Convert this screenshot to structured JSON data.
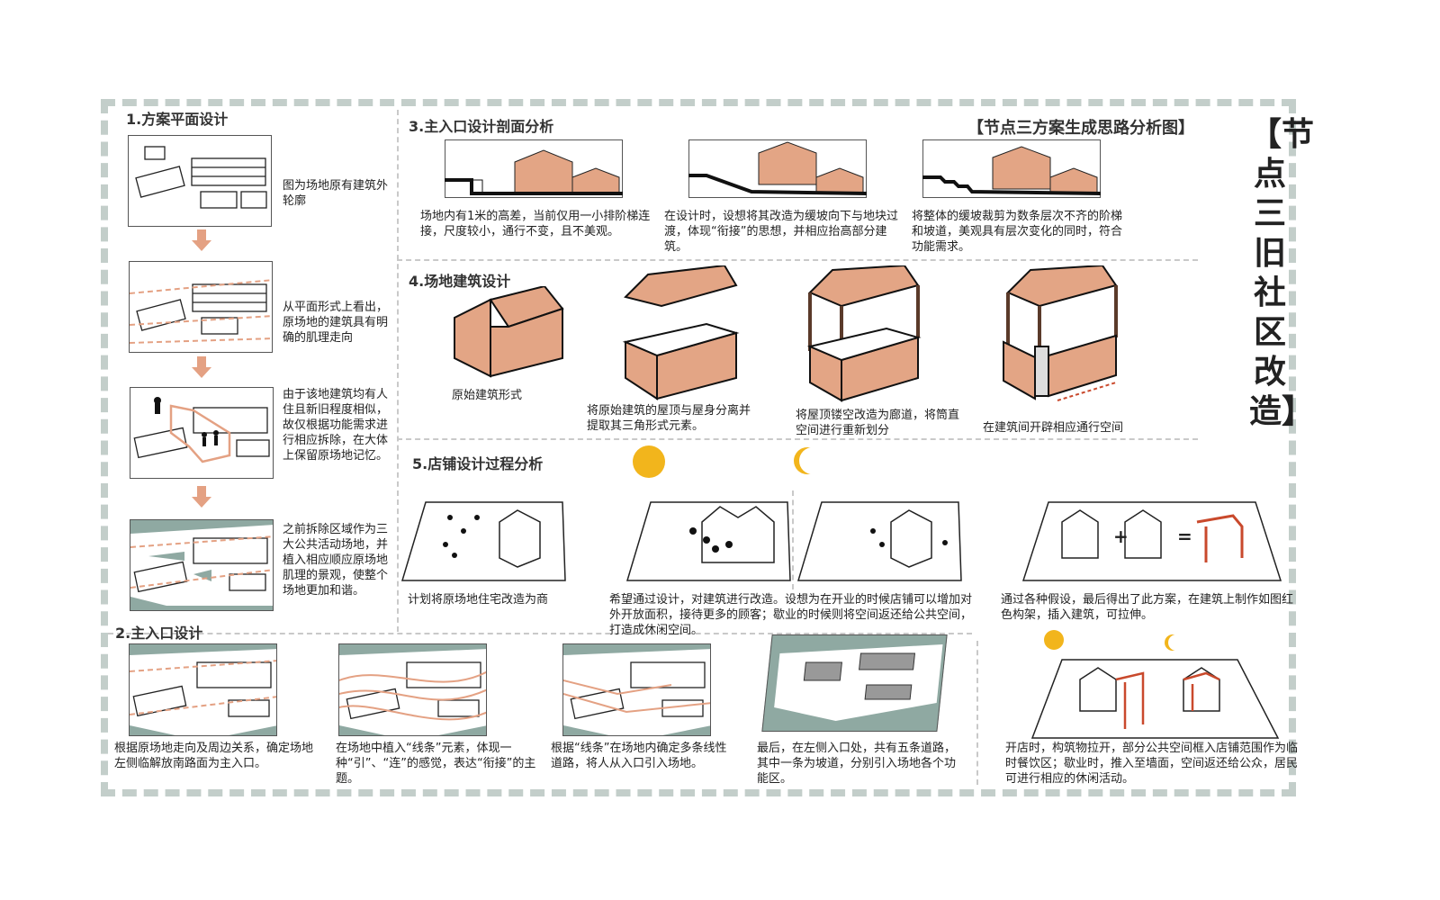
{
  "title": "【节点三方案生成思路分析图】",
  "vertical_title": "【节点三 旧社区改造】",
  "s1": {
    "heading": "1.方案平面设计",
    "items": [
      "图为场地原有建筑外轮廓",
      "从平面形式上看出，原场地的建筑具有明确的肌理走向",
      "由于该地建筑均有人住且新旧程度相似，故仅根据功能需求进行相应拆除，在大体上保留原场地记忆。",
      "之前拆除区域作为三大公共活动场地，并植入相应顺应原场地肌理的景观，使整个场地更加和谐。"
    ]
  },
  "s2": {
    "heading": "2.主入口设计",
    "items": [
      "根据原场地走向及周边关系，确定场地左侧临解放南路面为主入口。",
      "在场地中植入“线条”元素，体现一种“引”、“连”的感觉，表达“衔接”的主题。",
      "根据“线条”在场地内确定多条线性道路，将人从入口引入场地。",
      "最后，在左侧入口处，共有五条道路，其中一条为坡道，分别引入场地各个功能区。"
    ]
  },
  "s3": {
    "heading": "3.主入口设计剖面分析",
    "items": [
      "场地内有1米的高差，当前仅用一小排阶梯连接，尺度较小，通行不变，且不美观。",
      "在设计时，设想将其改造为缓坡向下与地块过渡，体现“衔接”的思想，并相应抬高部分建筑。",
      "将整体的缓坡裁剪为数条层次不齐的阶梯和坡道，美观具有层次变化的同时，符合功能需求。"
    ]
  },
  "s4": {
    "heading": "4.场地建筑设计",
    "items": [
      "原始建筑形式",
      "将原始建筑的屋顶与屋身分离并提取其三角形式元素。",
      "将屋顶镂空改造为廊道，将筒直空间进行重新划分",
      "在建筑间开辟相应通行空间"
    ]
  },
  "s5": {
    "heading": "5.店铺设计过程分析",
    "items": [
      "计划将原场地住宅改造为商",
      "希望通过设计，对建筑进行改造。设想为在开业的时候店铺可以增加对外开放面积，接待更多的顾客；歇业的时候则将空间返还给公共空间，打造成休闲空间。",
      "通过各种假设，最后得出了此方案，在建筑上制作如图红色构架，插入建筑，可拉伸。",
      "开店时，构筑物拉开，部分公共空间框入店铺范围作为临时餐饮区；歇业时，推入至墙面，空间返还给公众，居民可进行相应的休闲活动。"
    ],
    "symbols": [
      "+",
      "="
    ]
  },
  "colors": {
    "roof": "#e3a585",
    "teal": "#8fa9a2",
    "frame": "#c3ceca",
    "sun": "#f2b51c",
    "red": "#c9492c"
  }
}
